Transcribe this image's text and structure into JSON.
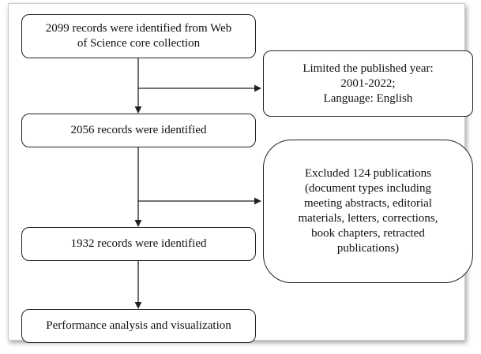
{
  "flowchart": {
    "step1": "2099 records were identified from Web\nof Science core collection",
    "step2": "2056 records were identified",
    "step3": "1932 records were identified",
    "step4": "Performance analysis and visualization",
    "filter1": "Limited the published year:\n2001-2022;\nLanguage: English",
    "exclusion": "Excluded 124 publications\n(document types including\nmeeting abstracts, editorial\nmaterials, letters, corrections,\nbook chapters, retracted\npublications)"
  },
  "colors": {
    "stroke": "#222222",
    "frame_border": "#c9c9c9"
  }
}
